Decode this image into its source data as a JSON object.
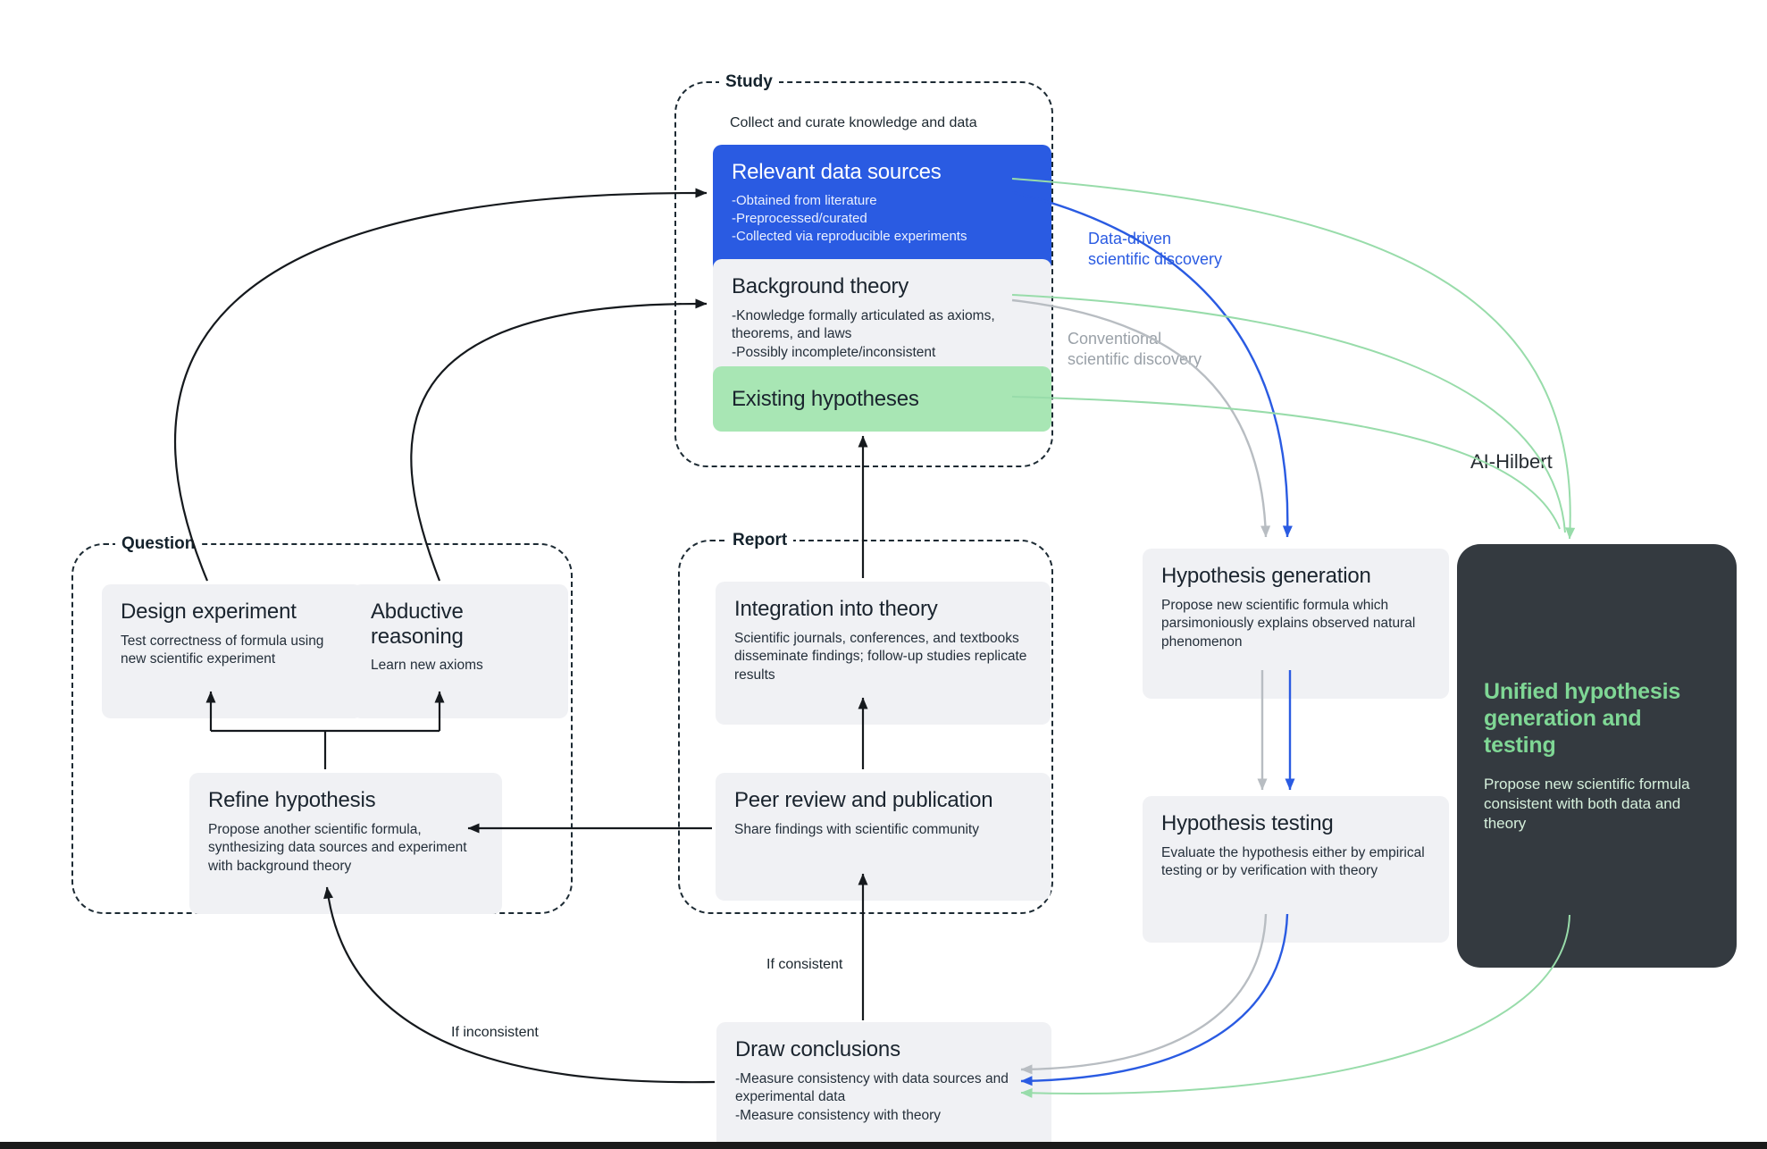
{
  "colors": {
    "accent_blue": "#2a5be2",
    "box_gray": "#f0f1f4",
    "box_green": "#a8e6b4",
    "box_dark": "#343a40",
    "unified_title_green": "#7fd795",
    "arrow_black": "#15191d",
    "arrow_blue": "#2a5be2",
    "arrow_gray": "#b8bdc2",
    "arrow_green": "#98dcaa",
    "bottom_bar": "#1a1a1a"
  },
  "study": {
    "label": "Study",
    "subtitle": "Collect and curate knowledge and data",
    "relevant_data": {
      "title": "Relevant data sources",
      "lines": [
        "-Obtained from literature",
        "-Preprocessed/curated",
        "-Collected via reproducible experiments"
      ]
    },
    "background_theory": {
      "title": "Background theory",
      "lines": [
        "-Knowledge formally articulated as axioms, theorems, and laws",
        "-Possibly incomplete/inconsistent"
      ]
    },
    "existing_hypotheses": {
      "title": "Existing hypotheses"
    }
  },
  "question": {
    "label": "Question",
    "design_experiment": {
      "title": "Design experiment",
      "body": "Test correctness of formula using new scientific experiment"
    },
    "abductive_reasoning": {
      "title": "Abductive reasoning",
      "body": "Learn new axioms"
    },
    "refine_hypothesis": {
      "title": "Refine hypothesis",
      "body": "Propose another scientific formula, synthesizing data sources and experiment with background theory"
    }
  },
  "report": {
    "label": "Report",
    "integration": {
      "title": "Integration into theory",
      "body": "Scientific journals, conferences, and textbooks disseminate findings; follow-up studies replicate results"
    },
    "peer_review": {
      "title": "Peer review and publication",
      "body": "Share findings with scientific community"
    }
  },
  "pipeline": {
    "hypothesis_generation": {
      "title": "Hypothesis generation",
      "body": "Propose new scientific formula which parsimoniously explains observed natural phenomenon"
    },
    "hypothesis_testing": {
      "title": "Hypothesis testing",
      "body": "Evaluate the hypothesis either by empirical testing or by verification with theory"
    },
    "draw_conclusions": {
      "title": "Draw conclusions",
      "lines": [
        "-Measure consistency with data sources and experimental data",
        " -Measure consistency with theory"
      ]
    }
  },
  "unified": {
    "title": "Unified hypothesis generation and testing",
    "body": "Propose new scientific formula consistent with both data and theory"
  },
  "labels": {
    "ai_hilbert": "AI-Hilbert",
    "data_driven": [
      "Data-driven",
      "scientific discovery"
    ],
    "conventional": [
      "Conventional",
      "scientific discovery"
    ],
    "if_consistent": "If consistent",
    "if_inconsistent": "If inconsistent"
  }
}
